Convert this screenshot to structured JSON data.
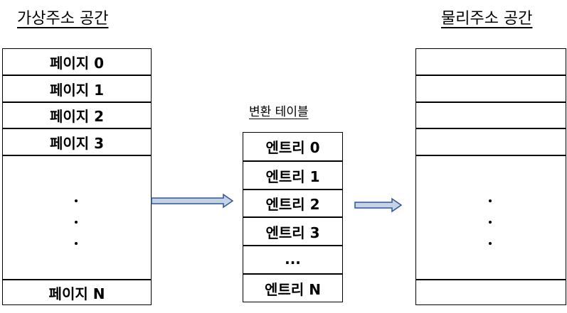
{
  "virtual": {
    "title": "가상주소 공간",
    "pages": [
      "페이지 0",
      "페이지 1",
      "페이지 2",
      "페이지 3"
    ],
    "last_page": "페이지 N"
  },
  "table": {
    "title": "변환 테이블",
    "entries": [
      "엔트리 0",
      "엔트리 1",
      "엔트리 2",
      "엔트리 3"
    ],
    "ellipsis": "...",
    "last_entry": "엔트리 N"
  },
  "physical": {
    "title": "물리주소 공간"
  },
  "colors": {
    "arrow_fill": "#c5d3e6",
    "arrow_stroke": "#2f5597",
    "border": "#000000"
  }
}
